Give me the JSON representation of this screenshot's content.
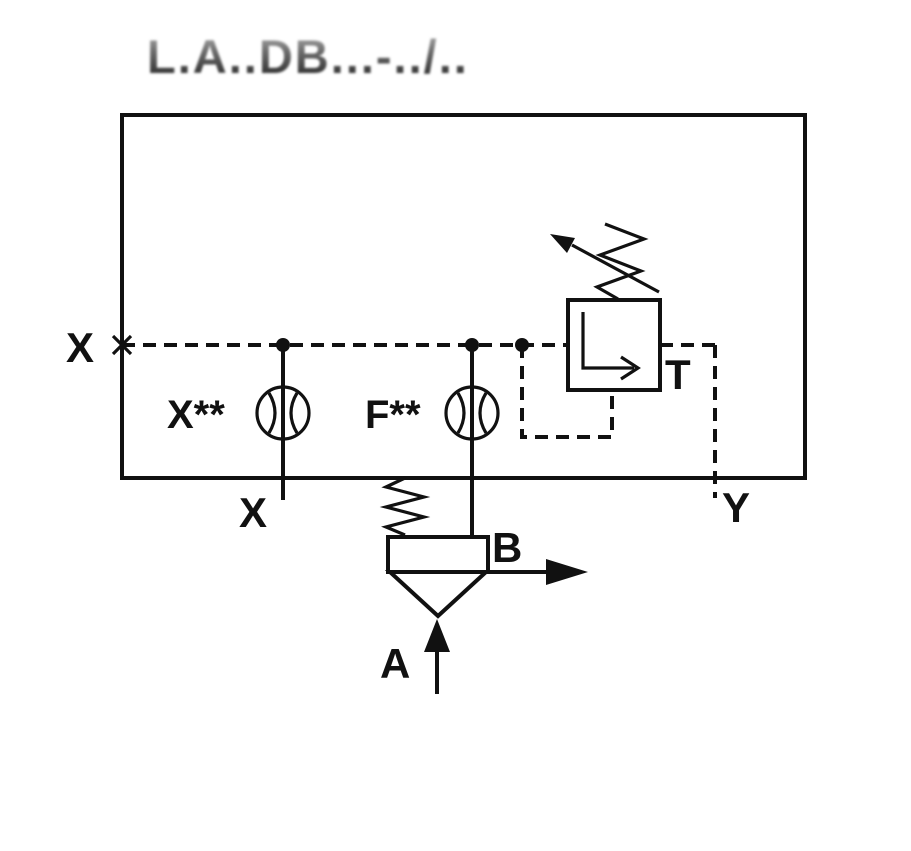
{
  "title": {
    "text": "L.A..DB...-../.."
  },
  "labels": {
    "port_x_left": "X",
    "port_x_bottom": "X",
    "port_y": "Y",
    "port_t": "T",
    "port_a": "A",
    "port_b": "B",
    "orifice_x": "X**",
    "orifice_f": "F**"
  },
  "colors": {
    "line": "#111111",
    "background": "#ffffff"
  }
}
